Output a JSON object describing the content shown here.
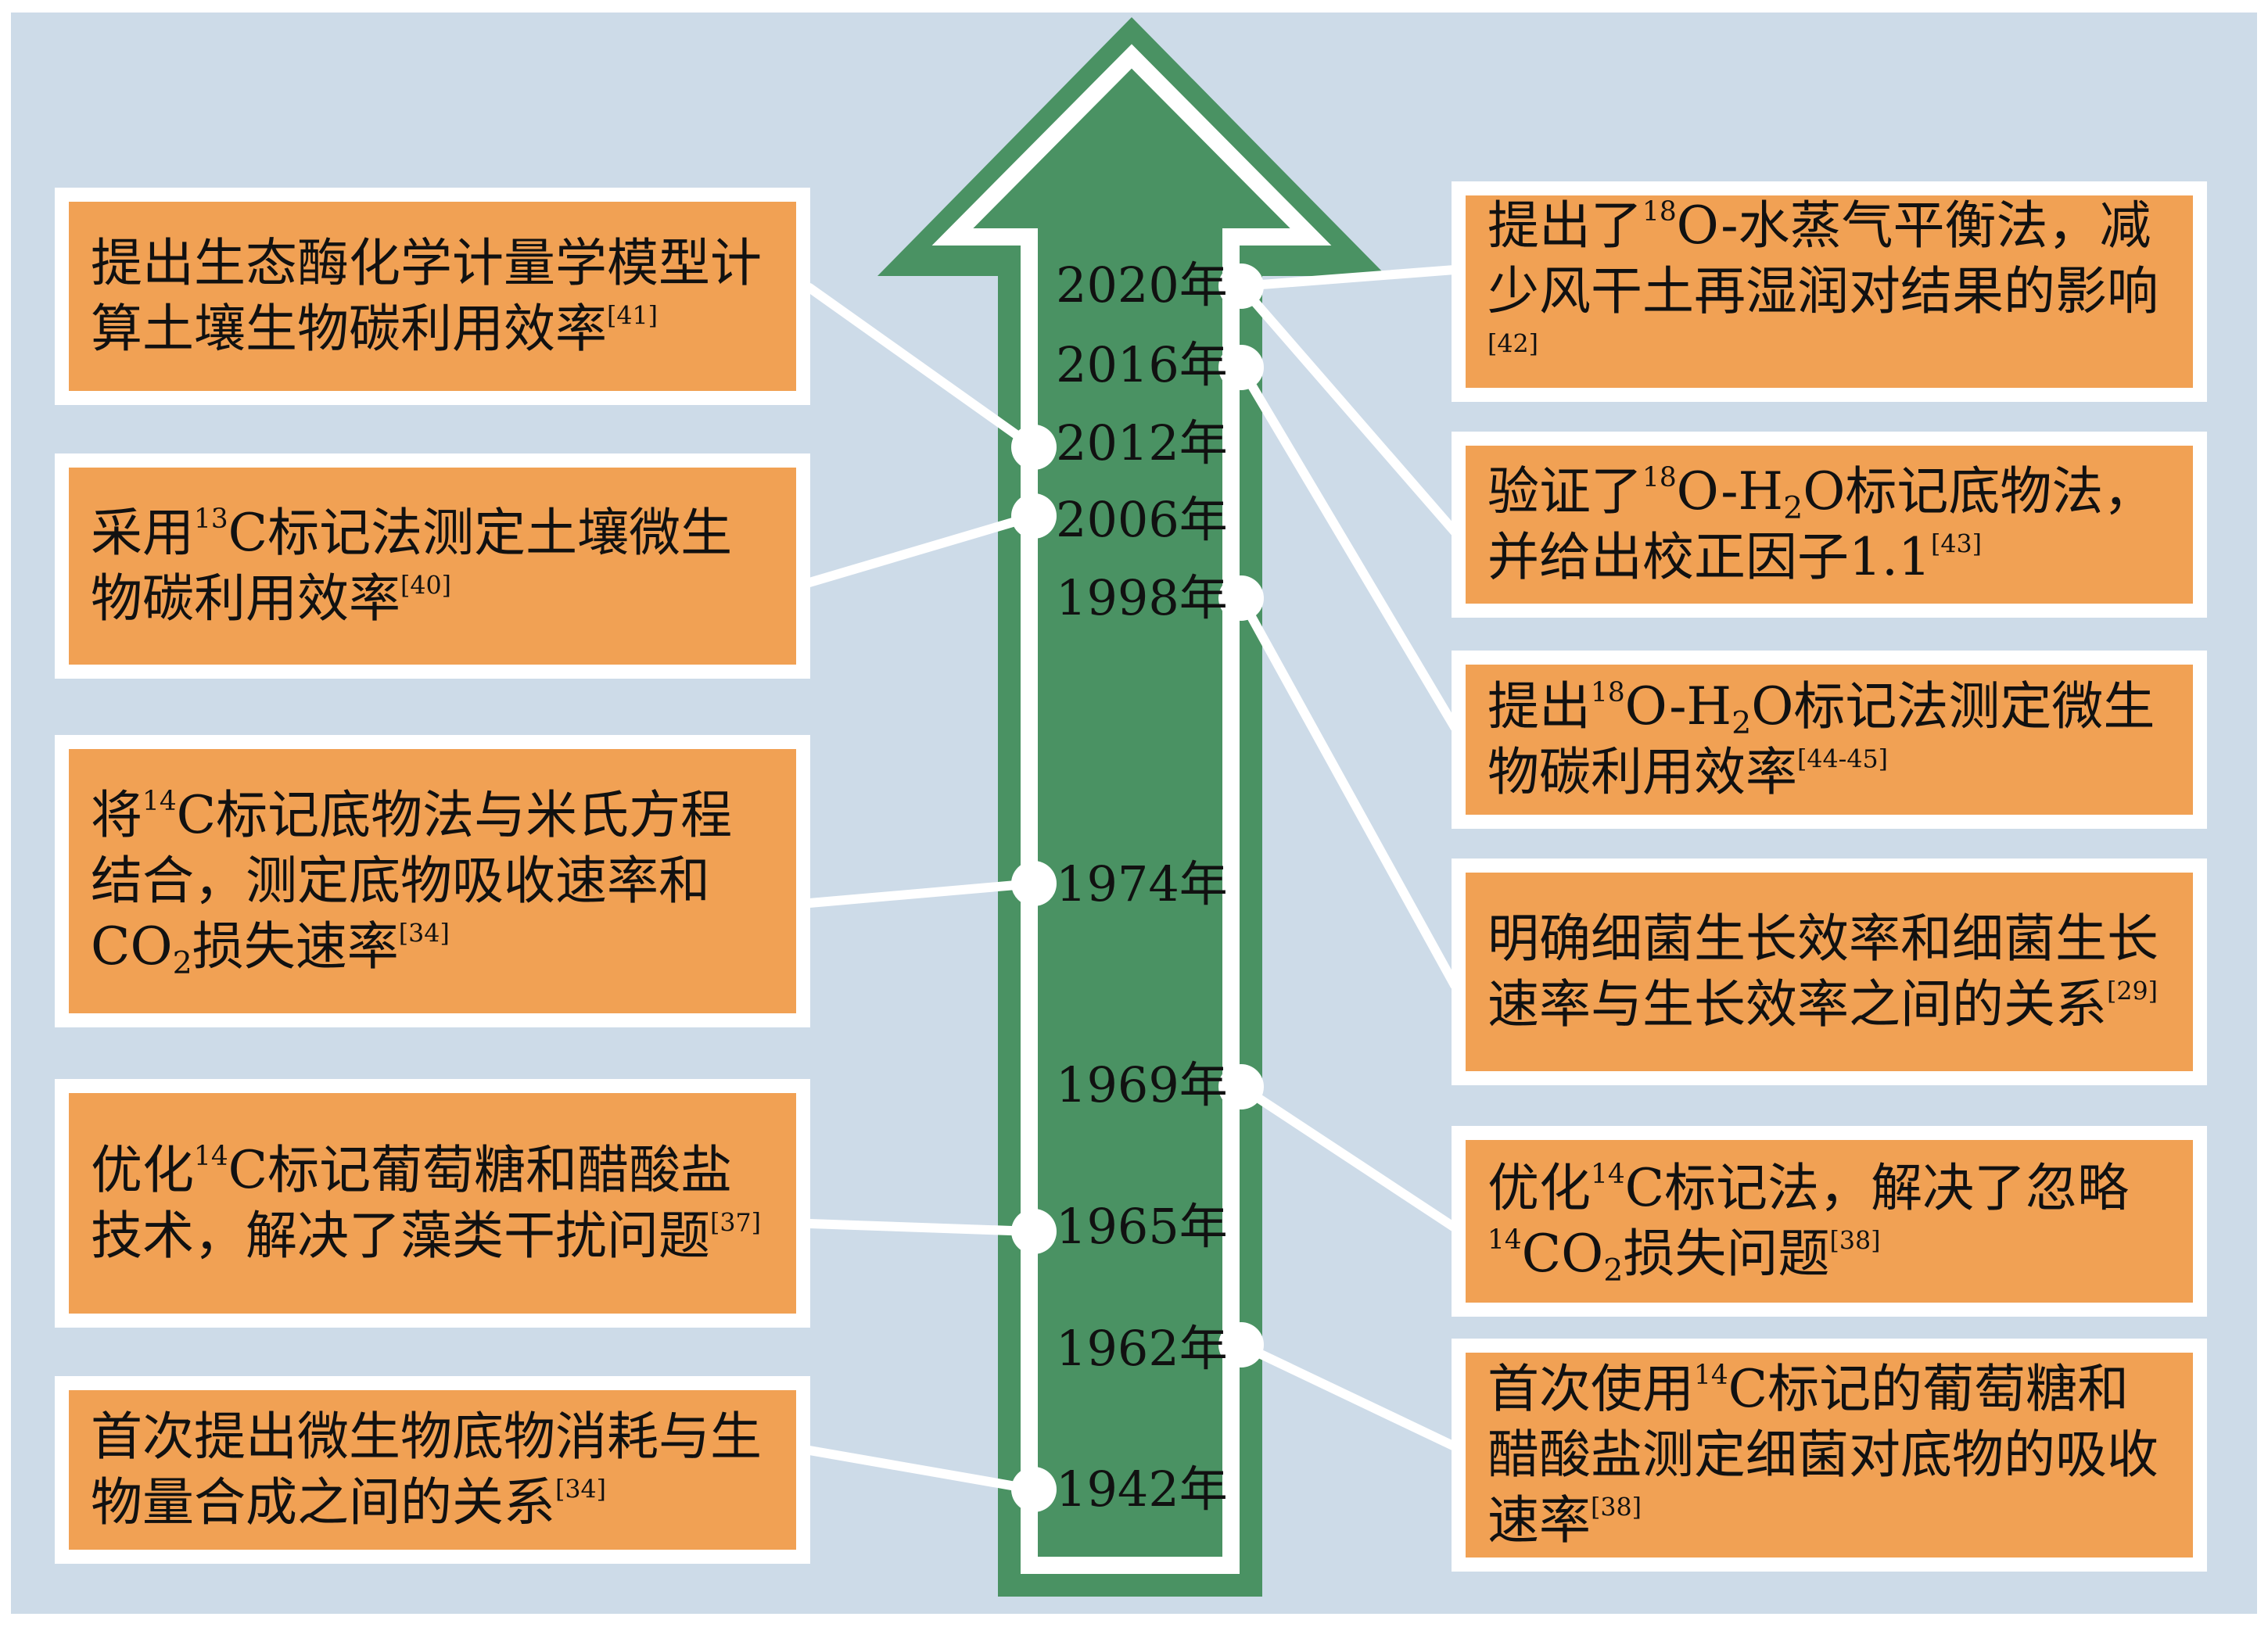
{
  "colors": {
    "background": "#cddbe8",
    "arrow_green": "#4a9263",
    "box_orange": "#f1a154",
    "connector": "#ffffff"
  },
  "years": [
    "2020年",
    "2016年",
    "2012年",
    "2006年",
    "1998年",
    "1974年",
    "1969年",
    "1965年",
    "1962年",
    "1942年"
  ],
  "left_events": [
    {
      "parts": [
        {
          "text": "提出生态酶化学计量学模型计算土壤生物碳利用效率"
        },
        {
          "text": "[41]",
          "style": "ref"
        }
      ]
    },
    {
      "parts": [
        {
          "text": "采用"
        },
        {
          "text": "13",
          "style": "sup"
        },
        {
          "text": "C标记法测定土壤微生物碳利用效率"
        },
        {
          "text": "[40]",
          "style": "ref"
        }
      ]
    },
    {
      "parts": [
        {
          "text": "将"
        },
        {
          "text": "14",
          "style": "sup"
        },
        {
          "text": "C标记底物法与米氏方程结合，测定底物吸收速率和CO"
        },
        {
          "text": "2",
          "style": "sub"
        },
        {
          "text": "损失速率"
        },
        {
          "text": "[34]",
          "style": "ref"
        }
      ]
    },
    {
      "parts": [
        {
          "text": "优化"
        },
        {
          "text": "14",
          "style": "sup"
        },
        {
          "text": "C标记葡萄糖和醋酸盐技术，解决了藻类干扰问题"
        },
        {
          "text": "[37]",
          "style": "ref"
        }
      ]
    },
    {
      "parts": [
        {
          "text": "首次提出微生物底物消耗与生物量合成之间的关系"
        },
        {
          "text": "[34]",
          "style": "ref"
        }
      ]
    }
  ],
  "right_events": [
    {
      "parts": [
        {
          "text": "提出了"
        },
        {
          "text": "18",
          "style": "sup"
        },
        {
          "text": "O-水蒸气平衡法，减少风干土再湿润对结果的影响"
        },
        {
          "text": "[42]",
          "style": "ref"
        }
      ]
    },
    {
      "parts": [
        {
          "text": "验证了"
        },
        {
          "text": "18",
          "style": "sup"
        },
        {
          "text": "O-H"
        },
        {
          "text": "2",
          "style": "sub"
        },
        {
          "text": "O标记底物法，并给出校正因子1.1"
        },
        {
          "text": "[43]",
          "style": "ref"
        }
      ]
    },
    {
      "parts": [
        {
          "text": "提出"
        },
        {
          "text": "18",
          "style": "sup"
        },
        {
          "text": "O-H"
        },
        {
          "text": "2",
          "style": "sub"
        },
        {
          "text": "O标记法测定微生物碳利用效率"
        },
        {
          "text": "[44-45]",
          "style": "ref"
        }
      ]
    },
    {
      "parts": [
        {
          "text": "明确细菌生长效率和细菌生长速率与生长效率之间的关系"
        },
        {
          "text": "[29]",
          "style": "ref"
        }
      ]
    },
    {
      "parts": [
        {
          "text": "优化"
        },
        {
          "text": "14",
          "style": "sup"
        },
        {
          "text": "C标记法，解决了忽略"
        },
        {
          "text": "14",
          "style": "sup"
        },
        {
          "text": "CO"
        },
        {
          "text": "2",
          "style": "sub"
        },
        {
          "text": "损失问题"
        },
        {
          "text": "[38]",
          "style": "ref"
        }
      ]
    },
    {
      "parts": [
        {
          "text": "首次使用"
        },
        {
          "text": "14",
          "style": "sup"
        },
        {
          "text": "C标记的葡萄糖和醋酸盐测定细菌对底物的吸收速率"
        },
        {
          "text": "[38]",
          "style": "ref"
        }
      ]
    }
  ]
}
